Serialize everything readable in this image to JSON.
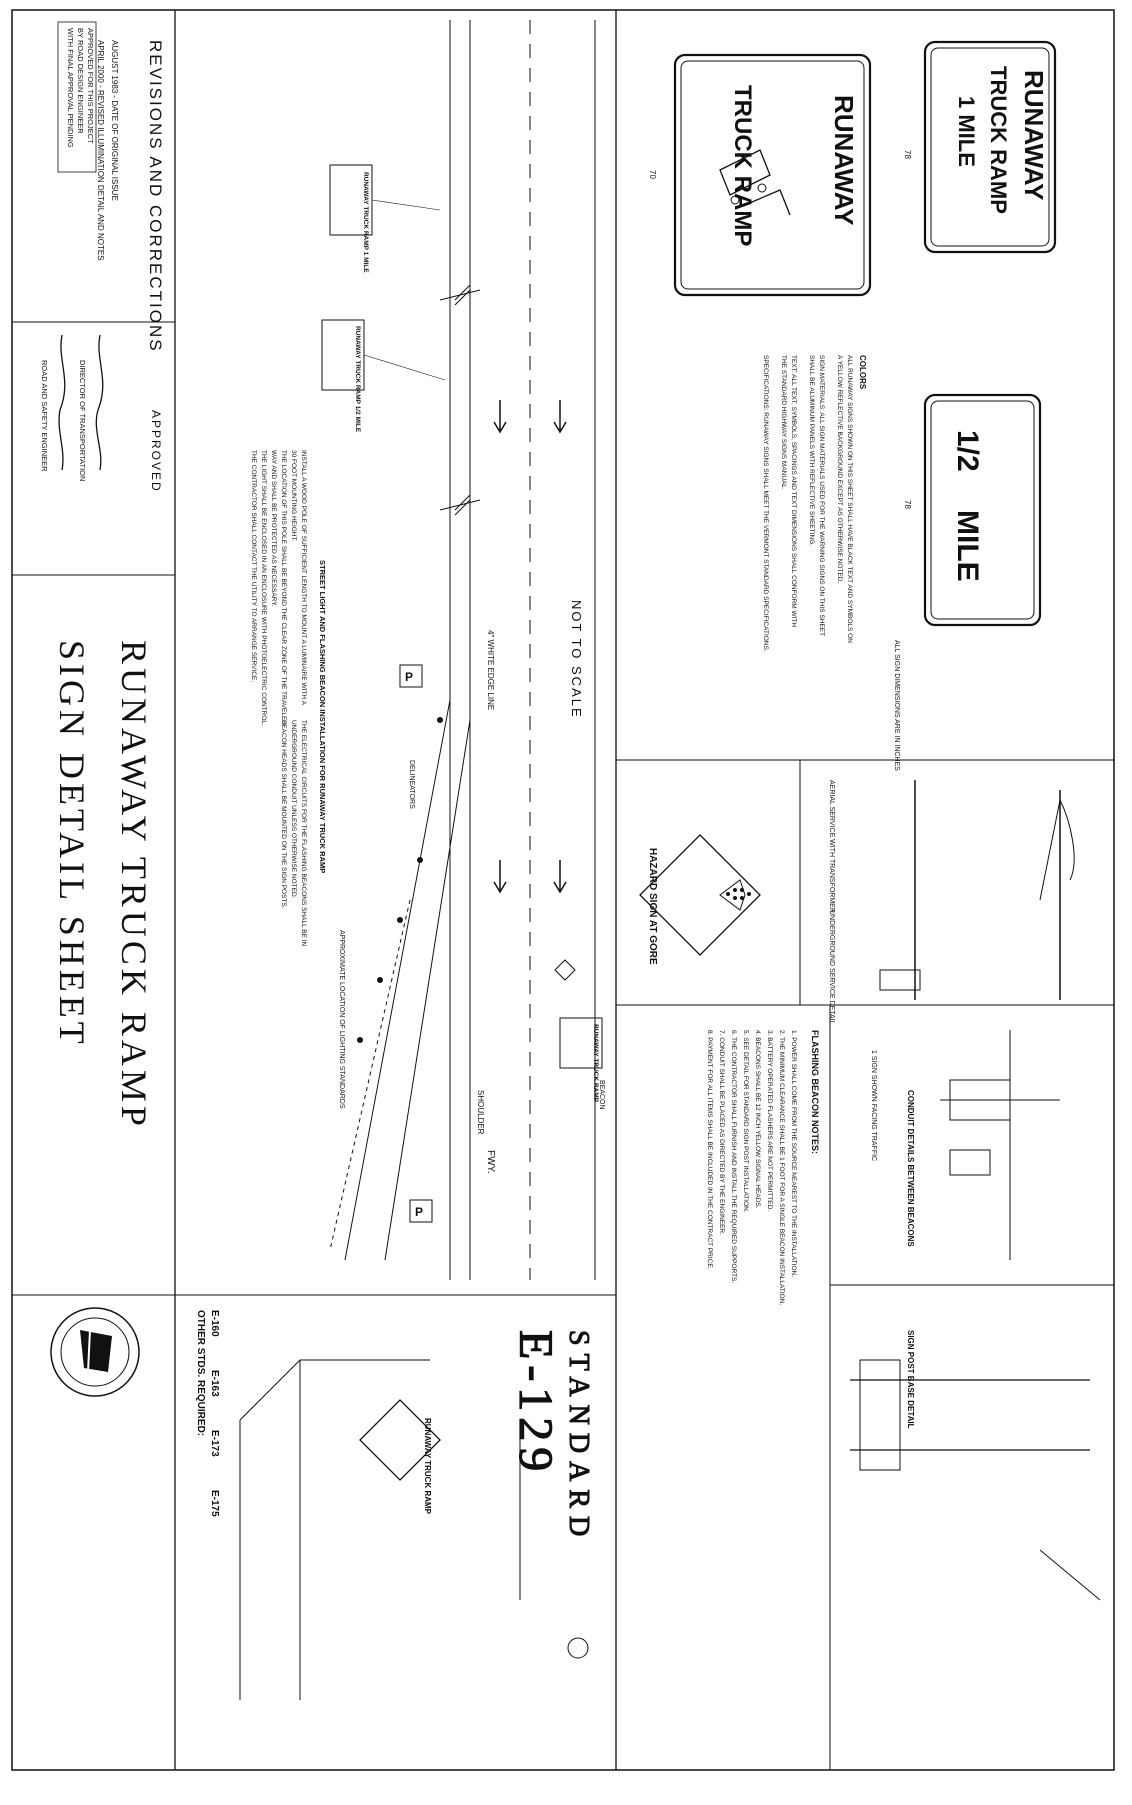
{
  "title_block": {
    "revisions_heading": "REVISIONS AND CORRECTIONS",
    "revision_lines": [
      "AUGUST 1983 - DATE OF ORIGINAL ISSUE",
      "APRIL 2000 - REVISED ILLUMINATION DETAIL AND NOTES"
    ],
    "approval_box": [
      "APPROVED FOR THIS PROJECT",
      "BY ROAD DESIGN ENGINEER",
      "WITH FINAL APPROVAL PENDING"
    ],
    "approved_heading": "APPROVED",
    "signer_1_title": "DIRECTOR OF TRANSPORTATION",
    "signer_2_title": "ROAD AND SAFETY ENGINEER",
    "sheet_title_line1": "RUNAWAY TRUCK RAMP",
    "sheet_title_line2": "SIGN DETAIL SHEET",
    "other_stds_label": "OTHER STDS. REQUIRED:",
    "other_stds": [
      "E-160",
      "E-163",
      "E-173",
      "E-175"
    ],
    "standard_word": "STANDARD",
    "standard_number": "E-129"
  },
  "signs": {
    "sign_1mile": {
      "line1": "RUNAWAY",
      "line2": "TRUCK  RAMP",
      "line3": "1  MILE",
      "width": "78"
    },
    "sign_half_mile": {
      "fraction": "1/2",
      "word": "MILE",
      "width": "78"
    },
    "sign_ramp": {
      "line1": "RUNAWAY",
      "line2": "TRUCK  RAMP",
      "width": "70"
    },
    "dims_note": "ALL SIGN DIMENSIONS ARE IN INCHES"
  },
  "colors_note": {
    "heading": "COLORS",
    "lines": [
      "ALL RUNAWAY SIGNS SHOWN ON THIS SHEET SHALL HAVE BLACK TEXT AND SYMBOLS ON",
      "A YELLOW REFLECTIVE BACKGROUND EXCEPT AS OTHERWISE NOTED.",
      "SIGN MATERIALS: ALL SIGN MATERIALS USED FOR THE WARNING SIGNS ON THIS SHEET",
      "SHALL BE ALUMINUM PANELS WITH REFLECTIVE SHEETING.",
      "TEXT: ALL TEXT, SYMBOLS, SPACINGS AND TEXT DIMENSIONS SHALL CONFORM WITH",
      "THE STANDARD HIGHWAY SIGNS MANUAL.",
      "SPECIFICATIONS: RUNAWAY SIGNS SHALL MEET THE VERMONT STANDARD SPECIFICATIONS."
    ]
  },
  "plan": {
    "not_to_scale": "NOT TO SCALE",
    "edge_line": "4\" WHITE EDGE LINE",
    "fwy": "FWY.",
    "shoulder": "SHOULDER",
    "sign_mini_1": "RUNAWAY TRUCK RAMP 1 MILE",
    "sign_mini_half": "RUNAWAY TRUCK RAMP 1/2 MILE",
    "sign_mini_ramp": "RUNAWAY TRUCK RAMP",
    "delineators": "DELINEATORS",
    "approx_location": "APPROXIMATE LOCATION OF LIGHTING STANDARDS",
    "beacon_label": "BEACON",
    "p_symbol": "P"
  },
  "lighting_notes": {
    "heading": "STREET LIGHT AND FLASHING BEACON INSTALLATION FOR RUNAWAY TRUCK RAMP",
    "left_lines": [
      "INSTALL A WOOD POLE OF SUFFICIENT LENGTH TO MOUNT A LUMINAIRE WITH A",
      "30 FOOT MOUNTING HEIGHT.",
      "THE LOCATION OF THIS POLE SHALL BE BEYOND THE CLEAR ZONE OF THE TRAVELED",
      "WAY AND SHALL BE PROTECTED AS NECESSARY.",
      "THE LIGHT SHALL BE ENCLOSED IN AN ENCLOSURE WITH PHOTOELECTRIC CONTROL.",
      "THE CONTRACTOR SHALL CONTACT THE UTILITY TO ARRANGE SERVICE."
    ],
    "right_lines": [
      "THE ELECTRICAL CIRCUITS FOR THE FLASHING BEACONS SHALL BE IN",
      "UNDERGROUND CONDUIT UNLESS OTHERWISE NOTED.",
      "BEACON HEADS SHALL BE MOUNTED ON THE SIGN POSTS."
    ]
  },
  "hazard": {
    "title": "HAZARD SIGN AT GORE"
  },
  "pole_detail": {
    "label_1": "AERIAL SERVICE WITH TRANSFORMER",
    "label_2": "UNDERGROUND SERVICE DETAIL"
  },
  "beacon_notes": {
    "heading": "FLASHING BEACON NOTES:",
    "items": [
      "1. POWER SHALL COME FROM THE SOURCE NEAREST TO THE INSTALLATION.",
      "2. THE MINIMUM CLEARANCE SHALL BE 1 FOOT FOR A SINGLE BEACON INSTALLATION.",
      "3. BATTERY OPERATED FLASHERS ARE NOT PERMITTED.",
      "4. BEACONS SHALL BE 12 INCH YELLOW SIGNAL HEADS.",
      "5. SEE DETAIL FOR STANDARD SIGN POST INSTALLATION.",
      "6. THE CONTRACTOR SHALL FURNISH AND INSTALL THE REQUIRED SUPPORTS.",
      "7. CONDUIT SHALL BE PLACED AS DIRECTED BY THE ENGINEER.",
      "8. PAYMENT FOR ALL ITEMS SHALL BE INCLUDED IN THE CONTRACT PRICE."
    ]
  },
  "conduit": {
    "title": "CONDUIT DETAILS BETWEEN BEACONS",
    "sub": "1 SIGN SHOWN FACING TRAFFIC"
  },
  "sign_post": {
    "title": "SIGN POST BASE DETAIL"
  },
  "bottom": {
    "ramp_label": "RUNAWAY TRUCK RAMP"
  }
}
